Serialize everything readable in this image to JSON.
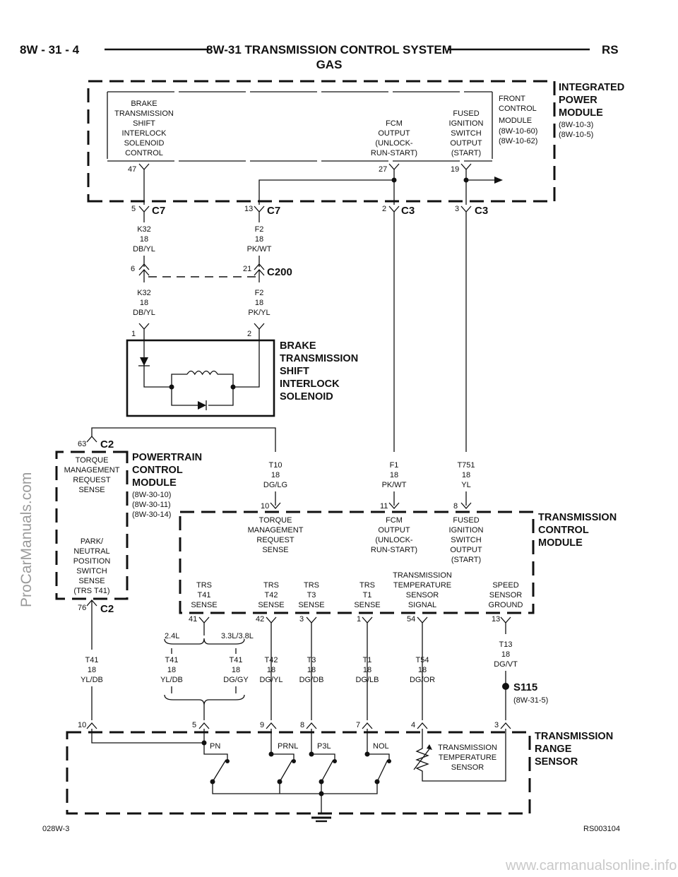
{
  "header": {
    "left": "8W - 31 - 4",
    "title": "8W-31 TRANSMISSION CONTROL SYSTEM",
    "subtitle": "GAS",
    "right": "RS"
  },
  "footer": {
    "left": "028W-3",
    "right": "RS003104",
    "link": "www.carmanualsonline.info"
  },
  "watermark": "ProCarManuals.com",
  "ipm": {
    "title": [
      "INTEGRATED",
      "POWER",
      "MODULE"
    ],
    "refs": [
      "(8W-10-3)",
      "(8W-10-5)"
    ],
    "brake_label": [
      "BRAKE",
      "TRANSMISSION",
      "SHIFT",
      "INTERLOCK",
      "SOLENOID",
      "CONTROL"
    ],
    "fcm_label": [
      "FCM",
      "OUTPUT",
      "(UNLOCK-",
      "RUN-START)"
    ],
    "fused_label": [
      "FUSED",
      "IGNITION",
      "SWITCH",
      "OUTPUT",
      "(START)"
    ],
    "fcm_module": [
      "FRONT",
      "CONTROL",
      "MODULE",
      "(8W-10-60)",
      "(8W-10-62)"
    ],
    "pins": [
      "47",
      "27",
      "19"
    ]
  },
  "connectors": {
    "c7a": {
      "pin": "5",
      "name": "C7"
    },
    "c7b": {
      "pin": "13",
      "name": "C7"
    },
    "c3a": {
      "pin": "2",
      "name": "C3"
    },
    "c3b": {
      "pin": "3",
      "name": "C3"
    },
    "c200": {
      "pin_a": "6",
      "pin_b": "21",
      "name": "C200"
    },
    "c2_top": {
      "pin": "63",
      "name": "C2"
    },
    "c2_bot": {
      "pin": "76",
      "name": "C2"
    }
  },
  "wires": {
    "k32a": [
      "K32",
      "18",
      "DB/YL"
    ],
    "f2a": [
      "F2",
      "18",
      "PK/WT"
    ],
    "k32b": [
      "K32",
      "18",
      "DB/YL"
    ],
    "f2b": [
      "F2",
      "18",
      "PK/YL"
    ],
    "t10": [
      "T10",
      "18",
      "DG/LG"
    ],
    "f1": [
      "F1",
      "18",
      "PK/WT"
    ],
    "t751": [
      "T751",
      "18",
      "YL"
    ],
    "t41a": [
      "T41",
      "18",
      "YL/DB"
    ],
    "t41b": [
      "T41",
      "18",
      "YL/DB"
    ],
    "t41c": [
      "T41",
      "18",
      "DG/GY"
    ],
    "t42": [
      "T42",
      "18",
      "DG/YL"
    ],
    "t3": [
      "T3",
      "18",
      "DG/DB"
    ],
    "t1": [
      "T1",
      "18",
      "DG/LB"
    ],
    "t54": [
      "T54",
      "18",
      "DG/OR"
    ],
    "t13": [
      "T13",
      "18",
      "DG/VT"
    ]
  },
  "solenoid": {
    "pins": [
      "1",
      "2"
    ],
    "title": [
      "BRAKE",
      "TRANSMISSION",
      "SHIFT",
      "INTERLOCK",
      "SOLENOID"
    ]
  },
  "pcm": {
    "title": [
      "POWERTRAIN",
      "CONTROL",
      "MODULE"
    ],
    "refs": [
      "(8W-30-10)",
      "(8W-30-11)",
      "(8W-30-14)"
    ],
    "torque_label": [
      "TORQUE",
      "MANAGEMENT",
      "REQUEST",
      "SENSE"
    ],
    "park_label": [
      "PARK/",
      "NEUTRAL",
      "POSITION",
      "SWITCH",
      "SENSE",
      "(TRS T41)"
    ]
  },
  "tcm": {
    "title": [
      "TRANSMISSION",
      "CONTROL",
      "MODULE"
    ],
    "top_pins": [
      "10",
      "11",
      "8"
    ],
    "torque_label": [
      "TORQUE",
      "MANAGEMENT",
      "REQUEST",
      "SENSE"
    ],
    "fcm_label": [
      "FCM",
      "OUTPUT",
      "(UNLOCK-",
      "RUN-START)"
    ],
    "fused_label": [
      "FUSED",
      "IGNITION",
      "SWITCH",
      "OUTPUT",
      "(START)"
    ],
    "trs_t41": [
      "TRS",
      "T41",
      "SENSE"
    ],
    "trs_t42": [
      "TRS",
      "T42",
      "SENSE"
    ],
    "trs_t3": [
      "TRS",
      "T3",
      "SENSE"
    ],
    "trs_t1": [
      "TRS",
      "T1",
      "SENSE"
    ],
    "temp_label": [
      "TRANSMISSION",
      "TEMPERATURE",
      "SENSOR",
      "SIGNAL"
    ],
    "speed_label": [
      "SPEED",
      "SENSOR",
      "GROUND"
    ],
    "bottom_pins": [
      "41",
      "42",
      "3",
      "1",
      "54",
      "13"
    ]
  },
  "engine_split": {
    "left": "2.4L",
    "right": "3.3L/3.8L"
  },
  "splice": {
    "name": "S115",
    "ref": "(8W-31-5)"
  },
  "trs": {
    "title": [
      "TRANSMISSION",
      "RANGE",
      "SENSOR"
    ],
    "pins": [
      "10",
      "5",
      "9",
      "8",
      "7",
      "4",
      "3"
    ],
    "switches": [
      "PN",
      "PRNL",
      "P3L",
      "NOL"
    ],
    "sensor_label": [
      "TRANSMISSION",
      "TEMPERATURE",
      "SENSOR"
    ]
  }
}
